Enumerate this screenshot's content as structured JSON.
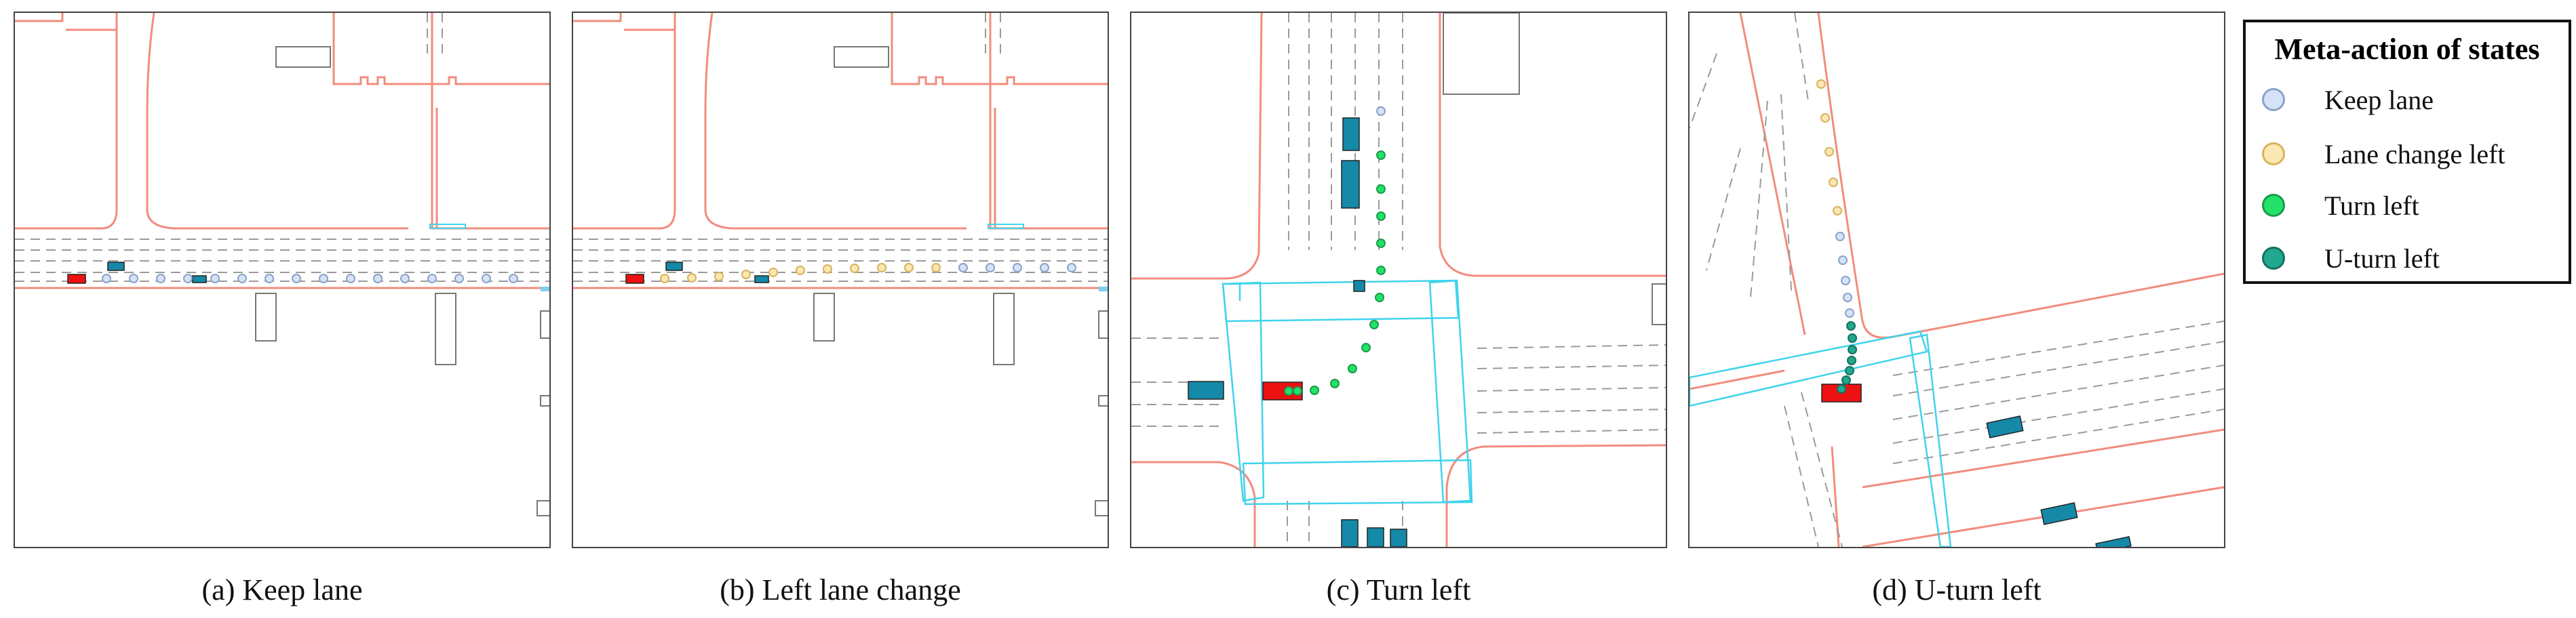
{
  "panels": [
    {
      "caption": "(a) Keep lane"
    },
    {
      "caption": "(b) Left lane change"
    },
    {
      "caption": "(c) Turn left"
    },
    {
      "caption": "(d) U-turn left"
    }
  ],
  "legend": {
    "title": "Meta-action of states",
    "items": [
      {
        "label": "Keep lane",
        "fill": "#d6e2f7",
        "stroke": "#8aa3c9"
      },
      {
        "label": "Lane change left",
        "fill": "#fbe7b3",
        "stroke": "#d8b35a"
      },
      {
        "label": "Turn left",
        "fill": "#22e26a",
        "stroke": "#1a9b4a"
      },
      {
        "label": "U-turn left",
        "fill": "#20a98f",
        "stroke": "#17705f"
      }
    ]
  },
  "colors": {
    "road_boundary": "#f28c7d",
    "lane_divider": "#9a9a9a",
    "crosswalk": "#3fd3ec",
    "ego_vehicle": "#ee1111",
    "other_vehicle": "#1589a8",
    "building": "#777777"
  }
}
